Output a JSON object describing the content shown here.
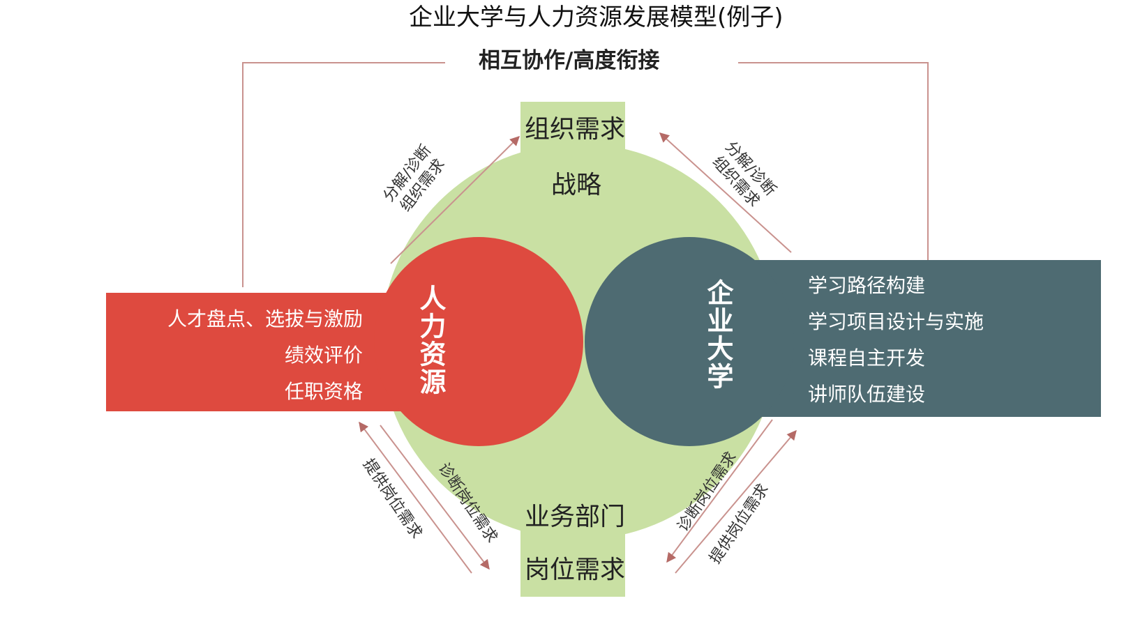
{
  "title": "企业大学与人力资源发展模型(例子)",
  "top_banner": "相互协作/高度衔接",
  "top_block": {
    "label1": "组织需求",
    "label2": "战略"
  },
  "bottom_block": {
    "label1": "业务部门",
    "label2": "岗位需求"
  },
  "hr": {
    "name": "人力资源",
    "items": [
      "人才盘点、选拔与激励",
      "绩效评价",
      "任职资格"
    ]
  },
  "university": {
    "name": "企业大学",
    "items": [
      "学习路径构建",
      "学习项目设计与实施",
      "课程自主开发",
      "讲师队伍建设"
    ]
  },
  "arrow_labels": {
    "upper_left": [
      "分解/诊断",
      "组织需求"
    ],
    "upper_right": [
      "分解/诊断",
      "组织需求"
    ],
    "lower_left_outer": "提供岗位需求",
    "lower_left_inner": "诊断岗位需求",
    "lower_right_inner": "诊断岗位需求",
    "lower_right_outer": "提供岗位需求"
  },
  "colors": {
    "green": "#c9e0a3",
    "red": "#de4a3f",
    "teal": "#4e6b72",
    "connector_line": "#c9928e",
    "arrow": "#c9928e"
  }
}
